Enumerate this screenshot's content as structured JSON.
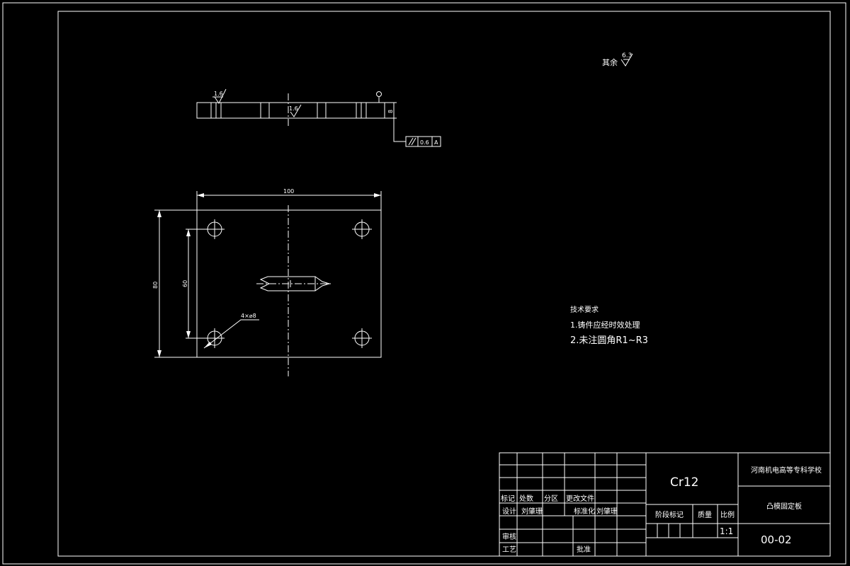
{
  "drawing": {
    "surface_finish_rest_label": "其余",
    "surface_finish_rest_value": "6.3",
    "roughness_top_left": "1.6",
    "roughness_top_mid": "1.6",
    "thickness_dim": "8",
    "tolerance_value": "0.6",
    "tolerance_datum": "A",
    "width_dim": "100",
    "height_dim": "80",
    "hole_spacing_dim": "60",
    "hole_callout": "4×⌀8"
  },
  "tech_requirements": {
    "title": "技术要求",
    "items": [
      "1.铸件应经时效处理",
      "2.未注圆角R1~R3"
    ]
  },
  "title_block": {
    "material": "Cr12",
    "school": "河南机电高等专科学校",
    "part_name": "凸模固定板",
    "drawing_number": "00-02",
    "scale_header": "比例",
    "scale_value": "1:1",
    "stage_header": "阶段标记",
    "mass_header": "质量",
    "row_labels": [
      "标记",
      "处数",
      "分区",
      "更改文件"
    ],
    "design_label": "设计",
    "designer": "刘肇珊",
    "standardization_label": "标准化",
    "standardizer": "刘肇珊",
    "review_label": "审核",
    "process_label": "工艺",
    "approve_label": "批准"
  }
}
